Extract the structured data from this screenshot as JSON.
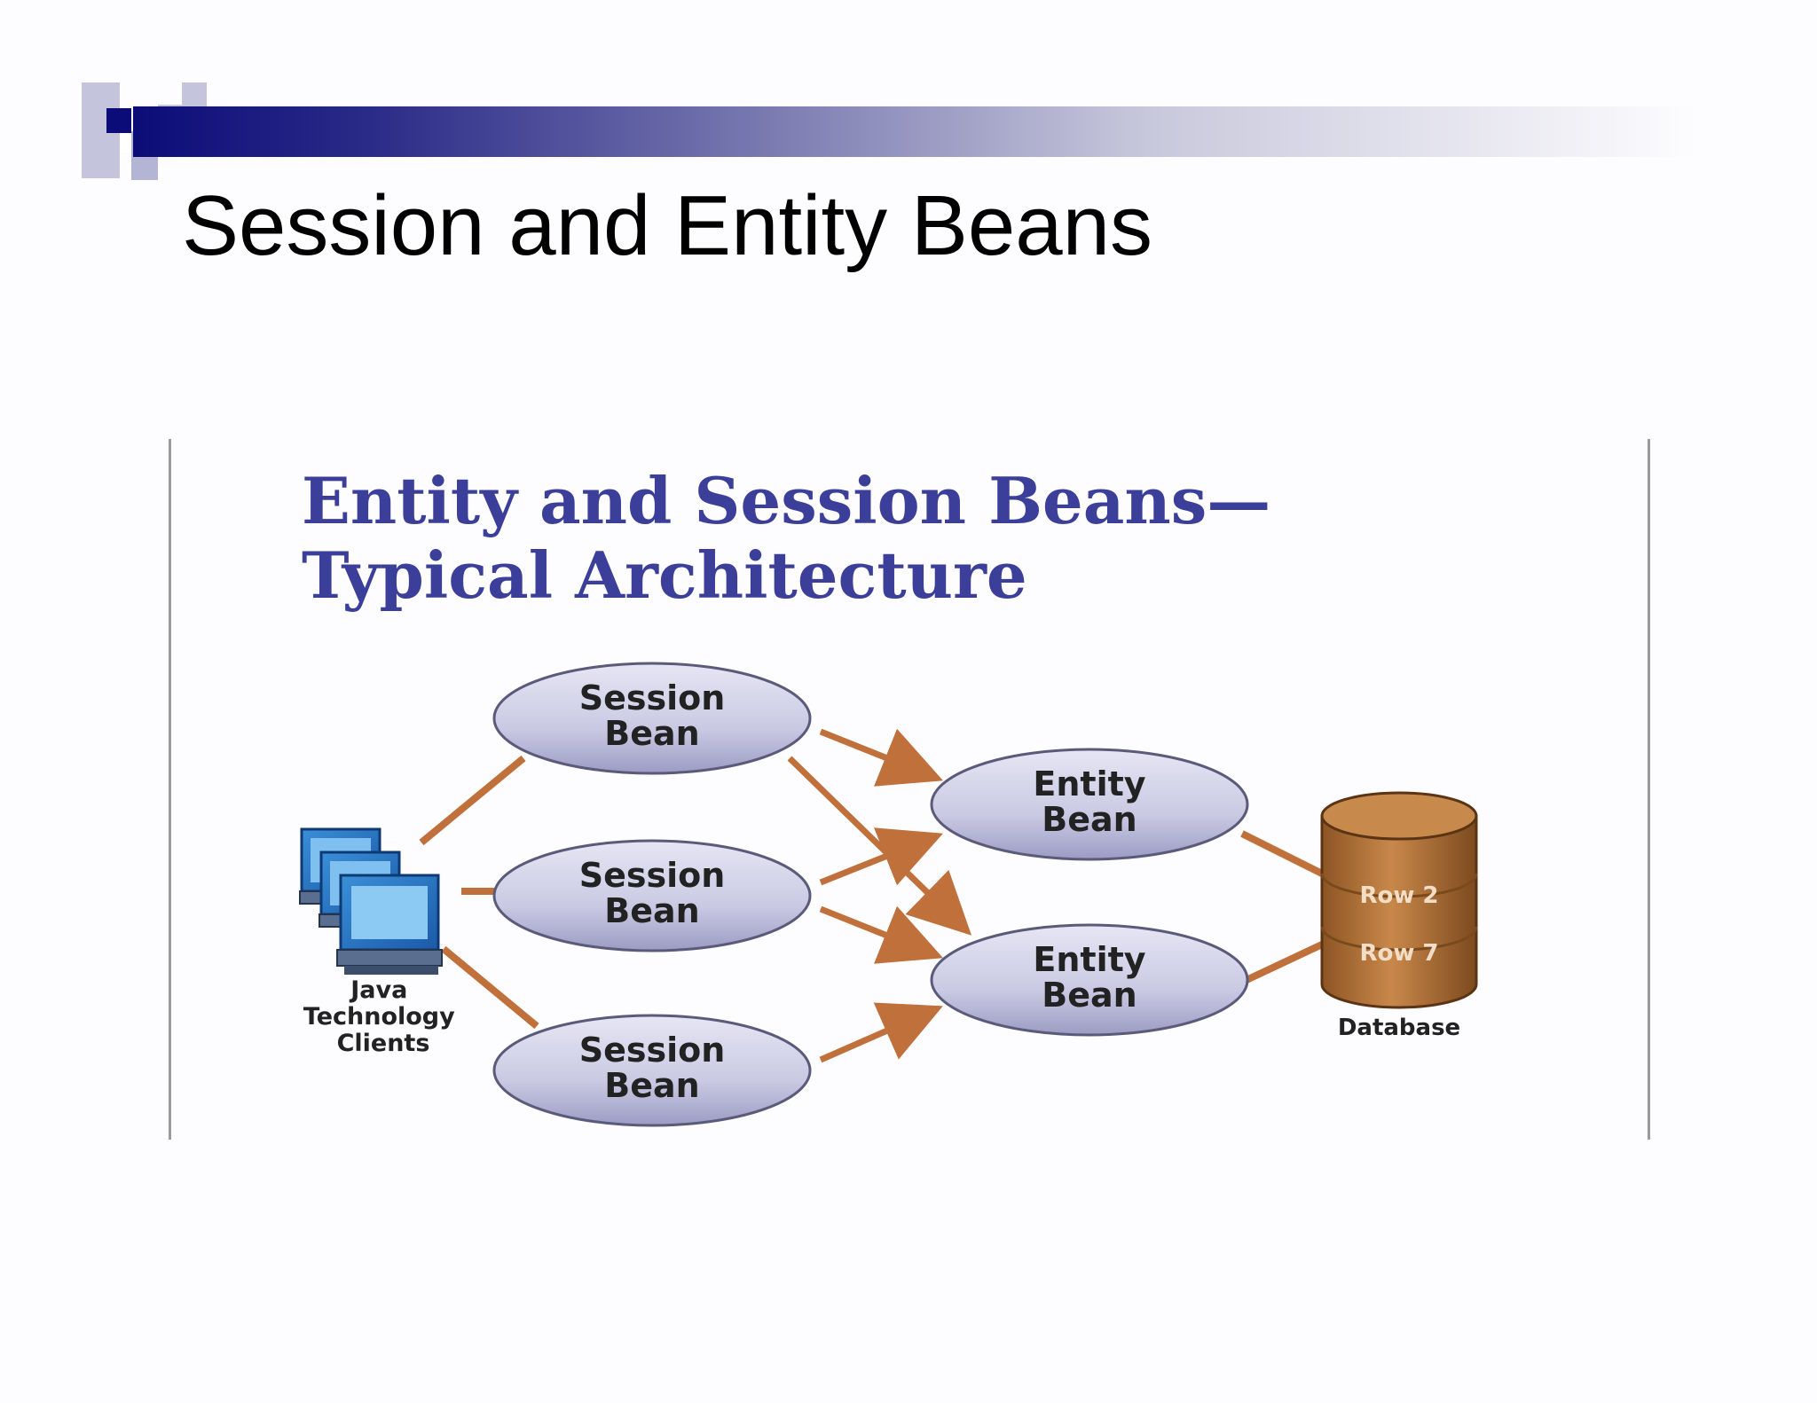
{
  "slide": {
    "title": "Session and Entity Beans",
    "accent_color": "#0c0c78"
  },
  "figure": {
    "title_line1": "Entity and Session Beans—",
    "title_line2": "Typical Architecture",
    "title_color": "#3c3f9a",
    "clients_label_lines": [
      "Java",
      "Technology",
      "Clients"
    ],
    "session_beans": [
      {
        "line1": "Session",
        "line2": "Bean"
      },
      {
        "line1": "Session",
        "line2": "Bean"
      },
      {
        "line1": "Session",
        "line2": "Bean"
      }
    ],
    "entity_beans": [
      {
        "line1": "Entity",
        "line2": "Bean"
      },
      {
        "line1": "Entity",
        "line2": "Bean"
      }
    ],
    "database": {
      "label": "Database",
      "rows": [
        "Row 2",
        "Row 7"
      ],
      "color": "#b0733a"
    },
    "node_color": "#c9c9e3",
    "arrow_color": "#c0703a",
    "icons": [
      "computer-icon",
      "database-icon"
    ]
  }
}
